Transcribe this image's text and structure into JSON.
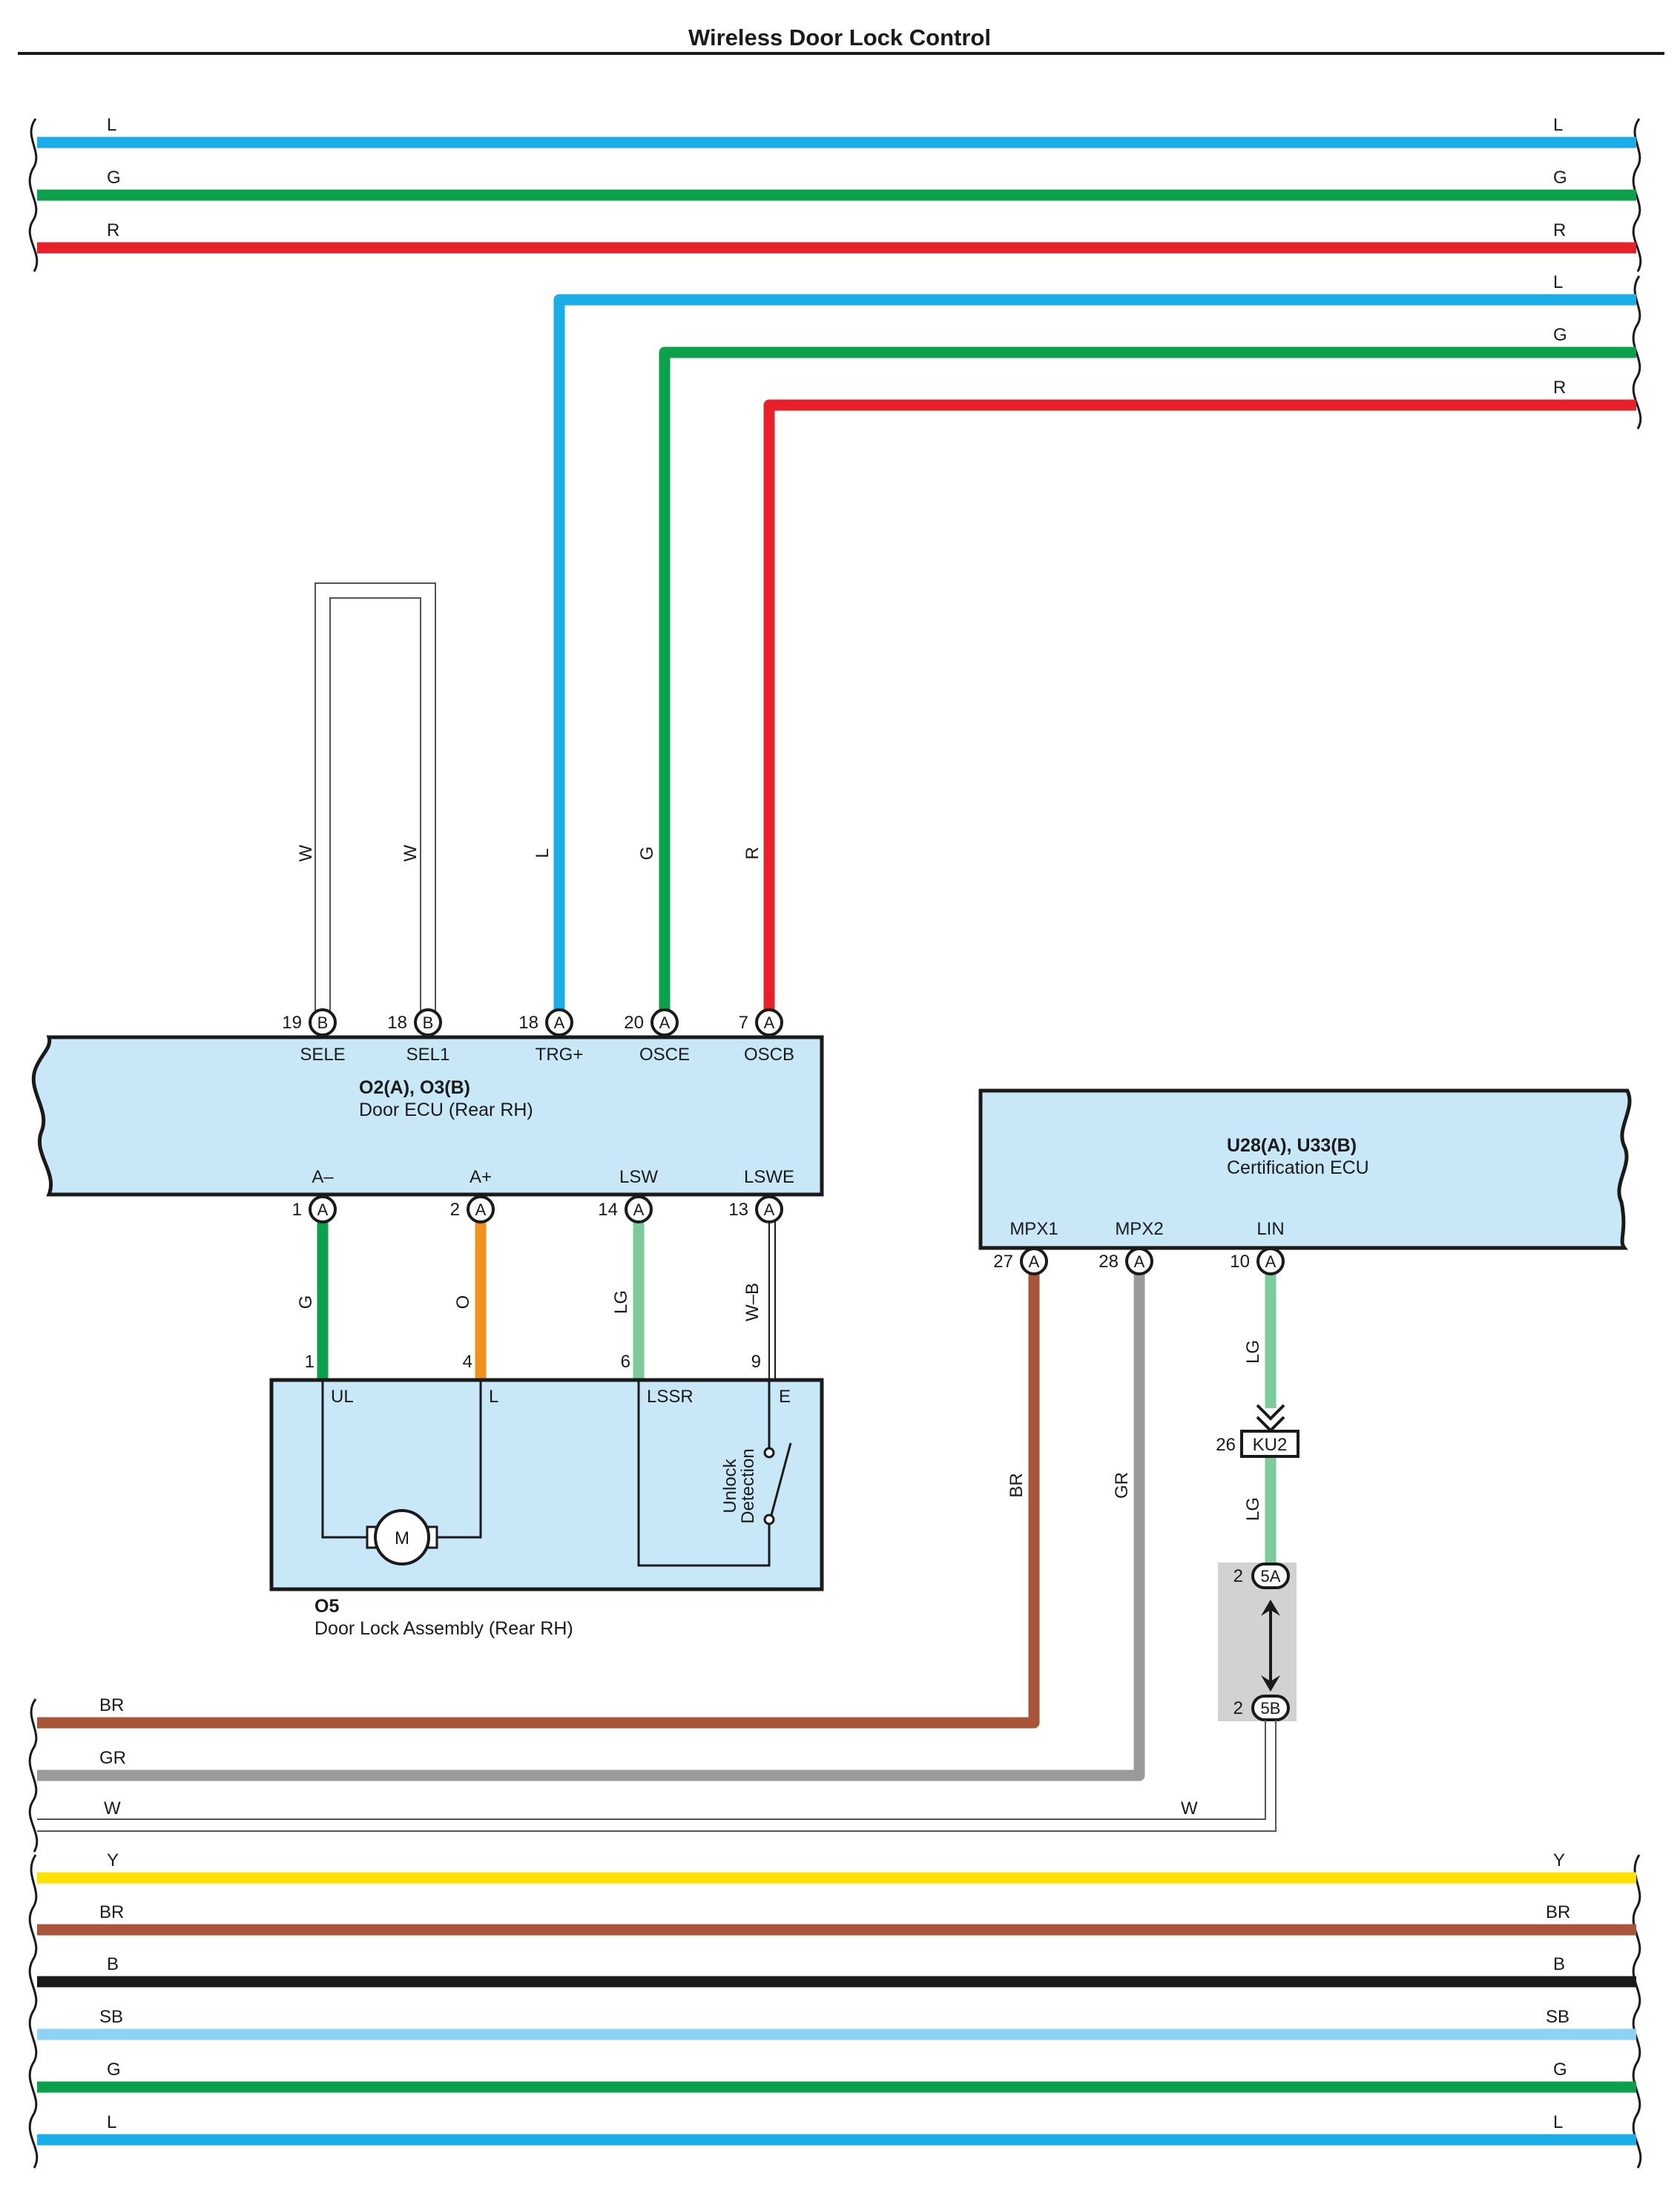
{
  "title": "Wireless Door Lock Control",
  "colors": {
    "L": "#1aaee8",
    "G": "#0aa14a",
    "R": "#e8202a",
    "W": "#ffffff",
    "O": "#f2921e",
    "LG": "#7ccc9b",
    "W-B": "#ffffff",
    "BR": "#a8553a",
    "GR": "#9a9a9a",
    "Y": "#ffe100",
    "B": "#1a1a1a",
    "SB": "#8dd3f3",
    "component_fill": "#c8e8f8",
    "junction_fill": "#d2d2d2"
  },
  "top_bus_labels": [
    "L",
    "G",
    "R"
  ],
  "top_right_labels": [
    "L",
    "G",
    "R"
  ],
  "door_ecu": {
    "name": "O2(A), O3(B)",
    "description": "Door ECU (Rear RH)",
    "top_pins": [
      {
        "num": "19",
        "conn": "B",
        "signal": "SELE",
        "wire": "W"
      },
      {
        "num": "18",
        "conn": "B",
        "signal": "SEL1",
        "wire": "W"
      },
      {
        "num": "18",
        "conn": "A",
        "signal": "TRG+",
        "wire": "L"
      },
      {
        "num": "20",
        "conn": "A",
        "signal": "OSCE",
        "wire": "G"
      },
      {
        "num": "7",
        "conn": "A",
        "signal": "OSCB",
        "wire": "R"
      }
    ],
    "bottom_pins": [
      {
        "num": "1",
        "conn": "A",
        "signal": "A–",
        "wire": "G",
        "dest_pin": "1"
      },
      {
        "num": "2",
        "conn": "A",
        "signal": "A+",
        "wire": "O",
        "dest_pin": "4"
      },
      {
        "num": "14",
        "conn": "A",
        "signal": "LSW",
        "wire": "LG",
        "dest_pin": "6"
      },
      {
        "num": "13",
        "conn": "A",
        "signal": "LSWE",
        "wire": "W–B",
        "dest_pin": "9"
      }
    ]
  },
  "door_lock": {
    "name": "O5",
    "description": "Door Lock Assembly (Rear RH)",
    "terminals": [
      "UL",
      "L",
      "LSSR",
      "E"
    ],
    "motor_symbol": "M",
    "switch_label": [
      "Unlock",
      "Detection"
    ]
  },
  "cert_ecu": {
    "name": "U28(A), U33(B)",
    "description": "Certification ECU",
    "pins": [
      {
        "num": "27",
        "conn": "A",
        "signal": "MPX1",
        "wire": "BR"
      },
      {
        "num": "28",
        "conn": "A",
        "signal": "MPX2",
        "wire": "GR"
      },
      {
        "num": "10",
        "conn": "A",
        "signal": "LIN",
        "wire": "LG"
      }
    ]
  },
  "inline_connector": {
    "pin": "26",
    "name": "KU2",
    "wire_above": "LG",
    "wire_below": "LG"
  },
  "junction": {
    "top": {
      "pin": "2",
      "name": "5A"
    },
    "bottom": {
      "pin": "2",
      "name": "5B"
    }
  },
  "lower_left_labels": [
    "BR",
    "GR",
    "W"
  ],
  "lower_w_right_label": "W",
  "bottom_bus_labels": [
    "Y",
    "BR",
    "B",
    "SB",
    "G",
    "L"
  ]
}
